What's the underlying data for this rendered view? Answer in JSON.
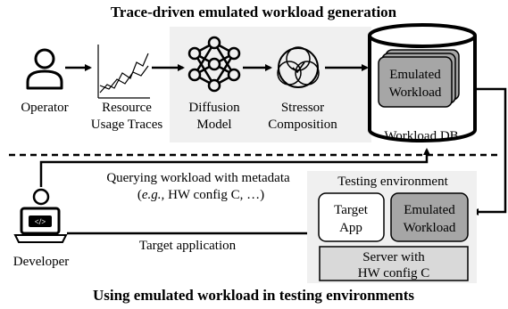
{
  "titles": {
    "top": "Trace-driven emulated workload generation",
    "bottom": "Using emulated workload in testing environments"
  },
  "generation": {
    "operator": "Operator",
    "traces": [
      "Resource",
      "Usage Traces"
    ],
    "diffusion": [
      "Diffusion",
      "Model"
    ],
    "stressor": [
      "Stressor",
      "Composition"
    ],
    "db_label": "Workload DB",
    "db_item": [
      "Emulated",
      "Workload"
    ]
  },
  "usage": {
    "query": "Querying workload with metadata",
    "query_example_prefix": "(",
    "query_example_italic": "e.g.,",
    "query_example_rest": " HW config C, …)",
    "developer": "Developer",
    "target_application": "Target application",
    "testing_env": "Testing environment",
    "target_app": [
      "Target",
      "App"
    ],
    "emulated": [
      "Emulated",
      "Workload"
    ],
    "server": [
      "Server with",
      "HW config C"
    ]
  },
  "colors": {
    "panel_bg": "#f0f0f0",
    "workload_fill": "#a6a6a6",
    "server_fill": "#d9d9d9",
    "stroke": "#000000"
  }
}
